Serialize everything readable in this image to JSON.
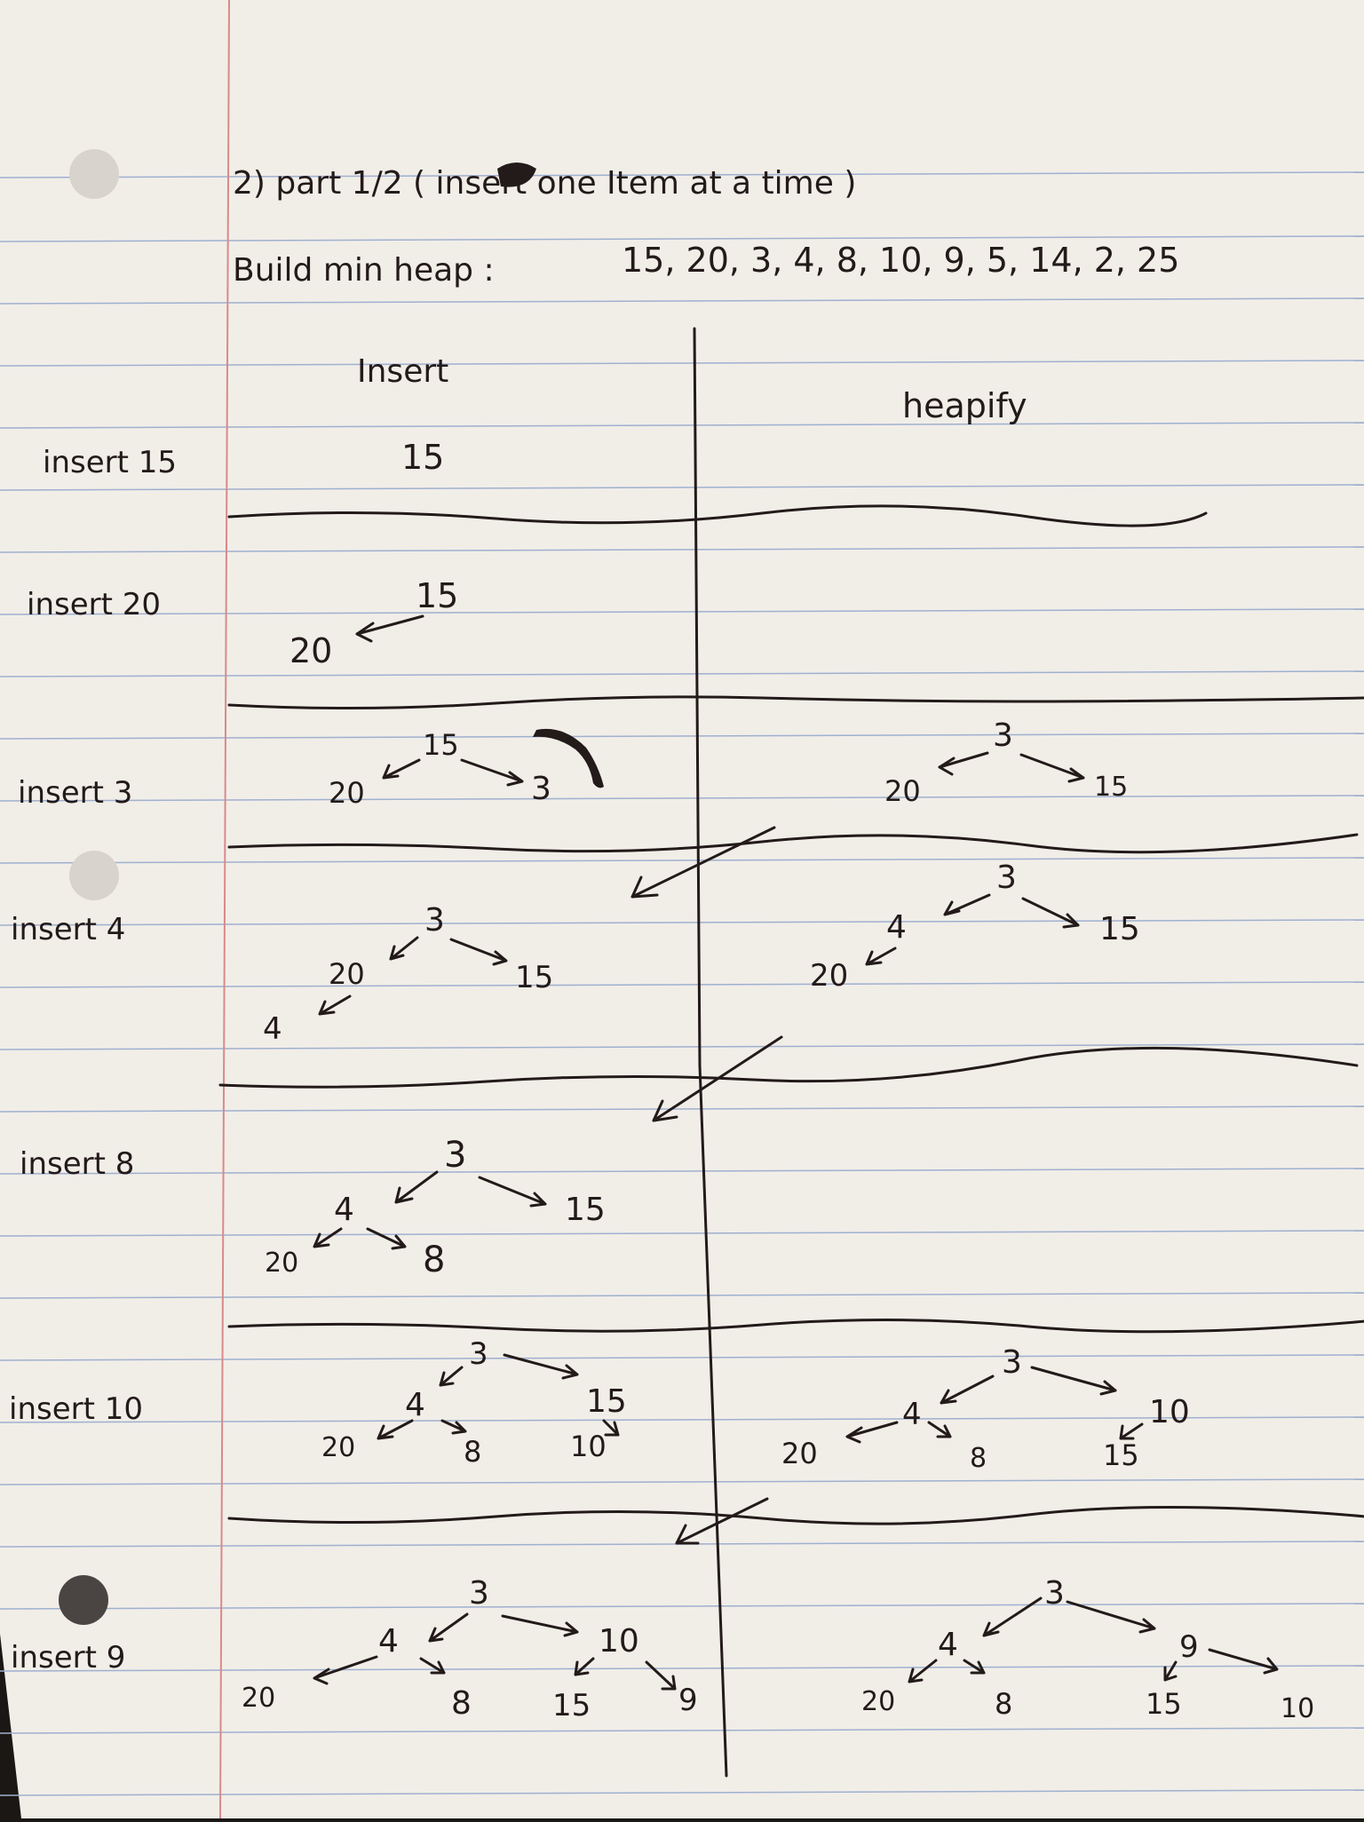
{
  "header": {
    "title": "2) part 1/2 ( insert one Item at a time )",
    "subtitle_label": "Build min heap :",
    "sequence": "15, 20, 3, 4, 8, 10, 9, 5, 14, 2, 25"
  },
  "columns": {
    "left": "Insert",
    "right": "heapify"
  },
  "rows": [
    {
      "label": "insert 15"
    },
    {
      "label": "insert 20"
    },
    {
      "label": "insert 3"
    },
    {
      "label": "insert 4"
    },
    {
      "label": "insert 8"
    },
    {
      "label": "insert 10"
    },
    {
      "label": "insert 9"
    }
  ],
  "trees": {
    "r1_insert": [
      "15"
    ],
    "r2_insert": [
      "15",
      "20"
    ],
    "r3_insert": [
      "15",
      "20",
      "3"
    ],
    "r3_heapify": [
      "3",
      "20",
      "15"
    ],
    "r4_insert": [
      "3",
      "20",
      "15",
      "4"
    ],
    "r4_heapify": [
      "3",
      "4",
      "15",
      "20"
    ],
    "r5_insert": [
      "3",
      "4",
      "15",
      "20",
      "8"
    ],
    "r6_insert": [
      "3",
      "4",
      "15",
      "20",
      "8",
      "10"
    ],
    "r6_heapify": [
      "3",
      "4",
      "10",
      "20",
      "8",
      "15"
    ],
    "r7_insert": [
      "3",
      "4",
      "10",
      "20",
      "8",
      "15",
      "9"
    ],
    "r7_heapify": [
      "3",
      "4",
      "9",
      "20",
      "8",
      "15",
      "10"
    ]
  },
  "colors": {
    "paper": "#f1eee8",
    "rule": "#9fb0cf",
    "margin": "#d98a8a",
    "ink": "#231a1a"
  }
}
